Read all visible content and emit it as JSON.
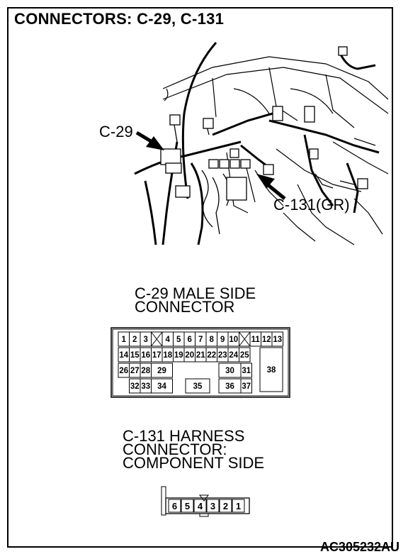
{
  "title": "CONNECTORS: C-29, C-131",
  "illustration": {
    "callout_c29": "C-29",
    "callout_c131": "C-131(GR)"
  },
  "c29": {
    "caption_line1": "C-29 MALE SIDE",
    "caption_line2": "CONNECTOR",
    "pins_row1": [
      "1",
      "2",
      "3",
      "4",
      "5",
      "6",
      "7",
      "8",
      "9",
      "10",
      "11",
      "12",
      "13"
    ],
    "pins_row2": [
      "14",
      "15",
      "16",
      "17",
      "18",
      "19",
      "20",
      "21",
      "22",
      "23",
      "24",
      "25"
    ],
    "pins_row3": [
      "26",
      "27",
      "28",
      "29",
      "30",
      "31",
      "38"
    ],
    "pins_row4": [
      "32",
      "33",
      "34",
      "35",
      "36",
      "37"
    ]
  },
  "c131": {
    "caption_line1": "C-131 HARNESS",
    "caption_line2": "CONNECTOR:",
    "caption_line3": "COMPONENT SIDE",
    "pins": [
      "6",
      "5",
      "4",
      "3",
      "2",
      "1"
    ]
  },
  "reference_code": "AC305232AU"
}
